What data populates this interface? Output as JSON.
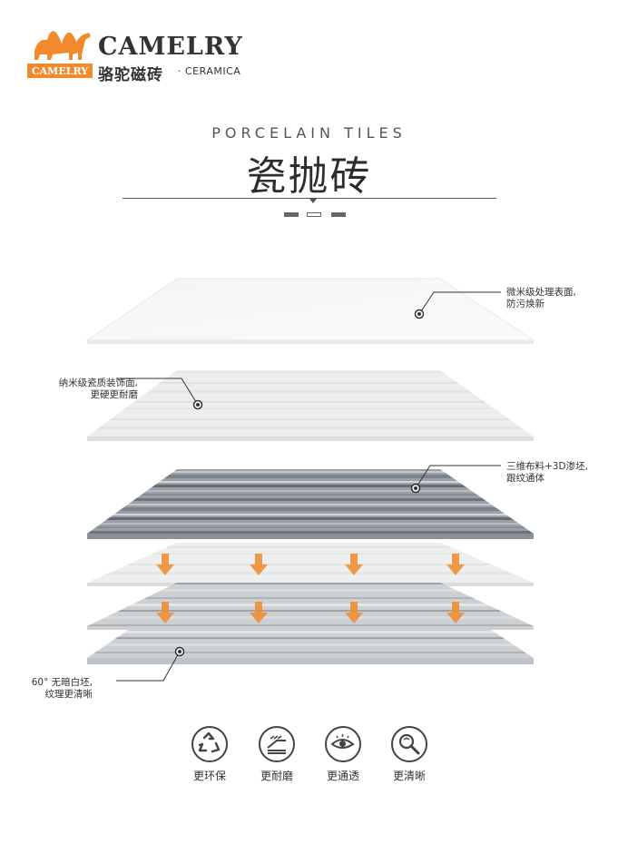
{
  "brand": {
    "badge": "CAMELRY",
    "name_en": "CAMELRY",
    "name_cn": "骆驼磁砖",
    "sub": "· CERAMICA"
  },
  "heading": {
    "en": "PORCELAIN TILES",
    "cn": "瓷抛砖"
  },
  "annotations": {
    "surface": [
      "微米级处理表面,",
      "防污焕新"
    ],
    "glaze": [
      "纳米级瓷质装饰面,",
      "更硬更耐磨"
    ],
    "body": [
      "三维布料+3D渗坯,",
      "跟纹通体"
    ],
    "base": [
      "60° 无暗白坯,",
      "纹理更清晰"
    ]
  },
  "features": [
    {
      "icon": "recycle-icon",
      "label": "更环保"
    },
    {
      "icon": "wear-icon",
      "label": "更耐磨"
    },
    {
      "icon": "eye-icon",
      "label": "更通透"
    },
    {
      "icon": "magnifier-icon",
      "label": "更清晰"
    }
  ],
  "colors": {
    "accent": "#f08a2c",
    "dark": "#444444",
    "marble_dark": "#7d8590",
    "marble_light": "#e6e6e6"
  }
}
